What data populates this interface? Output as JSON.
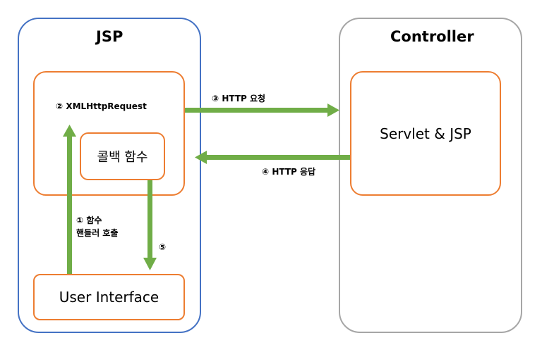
{
  "jsp": {
    "title": "JSP",
    "xhr_label": "② XMLHttpRequest",
    "callback_label": "콜백 함수",
    "ui_label": "User Interface"
  },
  "controller": {
    "title": "Controller",
    "servlet_label": "Servlet & JSP"
  },
  "steps": {
    "step1_line1": "① 함수",
    "step1_line2": "핸들러 호출",
    "step3": "③ HTTP 요청",
    "step4": "④ HTTP 응답",
    "step5": "⑤"
  },
  "colors": {
    "jsp_border": "#4472C4",
    "controller_border": "#A6A6A6",
    "box_border": "#ED7D31",
    "arrow": "#70AD47"
  }
}
